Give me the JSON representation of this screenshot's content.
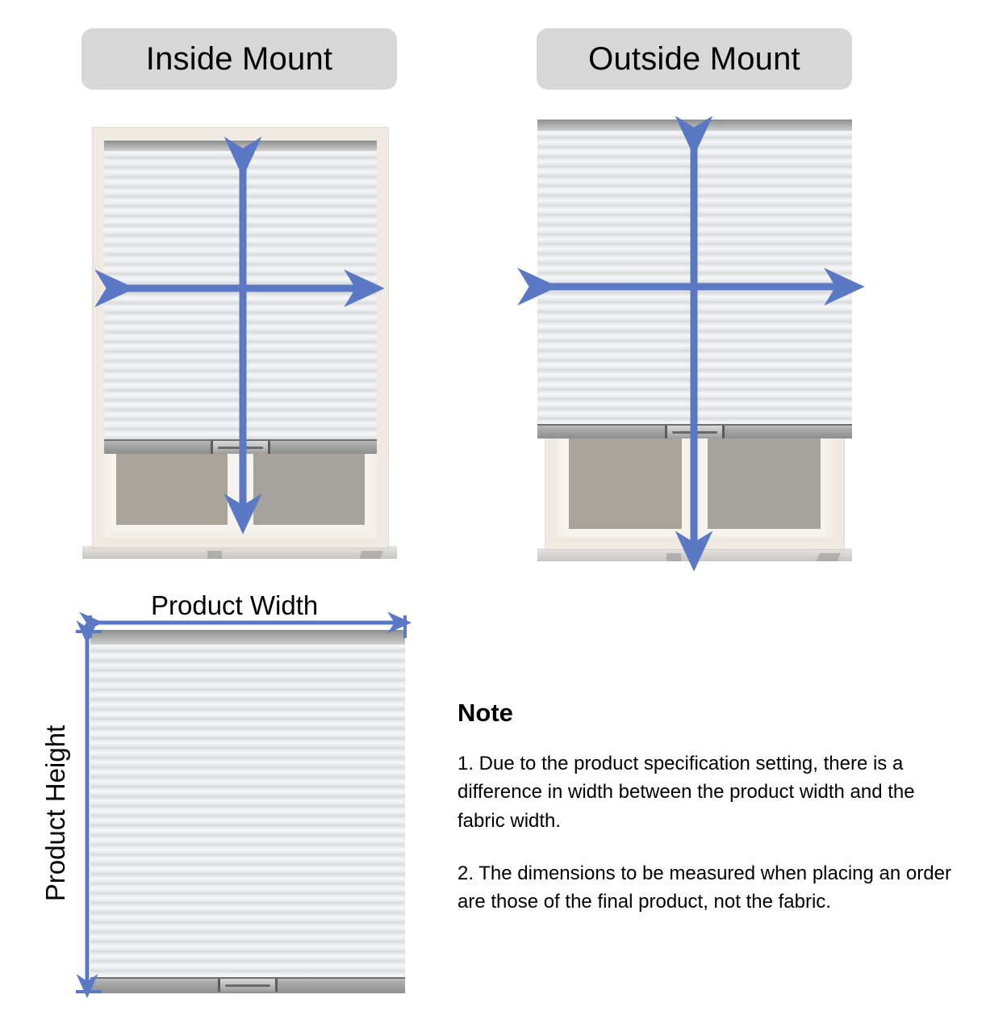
{
  "headers": {
    "inside_mount": "Inside Mount",
    "outside_mount": "Outside Mount"
  },
  "dimension_labels": {
    "product_width": "Product Width",
    "product_height": "Product Height"
  },
  "note": {
    "title": "Note",
    "items": [
      "1. Due to the product specification setting, there is a difference in width between the product width and the fabric width.",
      "2. The dimensions to be measured when placing an order are those of the final product, not the fabric."
    ]
  },
  "colors": {
    "arrow_blue": "#5a78c4",
    "badge_background": "#d7d7d7",
    "fabric_light": "#eff0f1",
    "fabric_shadow": "#d9dadd",
    "headrail_gray": "#a7a7a7",
    "frame_cream": "#efe9e2",
    "glass_taupe": "#aaa39a",
    "text_black": "#000000"
  },
  "diagrams": {
    "inside_mount": {
      "caption": "Inside Mount",
      "width_arrow": "double-headed horizontal arrow",
      "height_arrow": "double-headed vertical arrow"
    },
    "outside_mount": {
      "caption": "Outside Mount",
      "width_arrow": "double-headed horizontal arrow",
      "height_arrow": "double-headed vertical arrow"
    },
    "product": {
      "width_dimension": "Product Width",
      "height_dimension": "Product Height"
    }
  }
}
